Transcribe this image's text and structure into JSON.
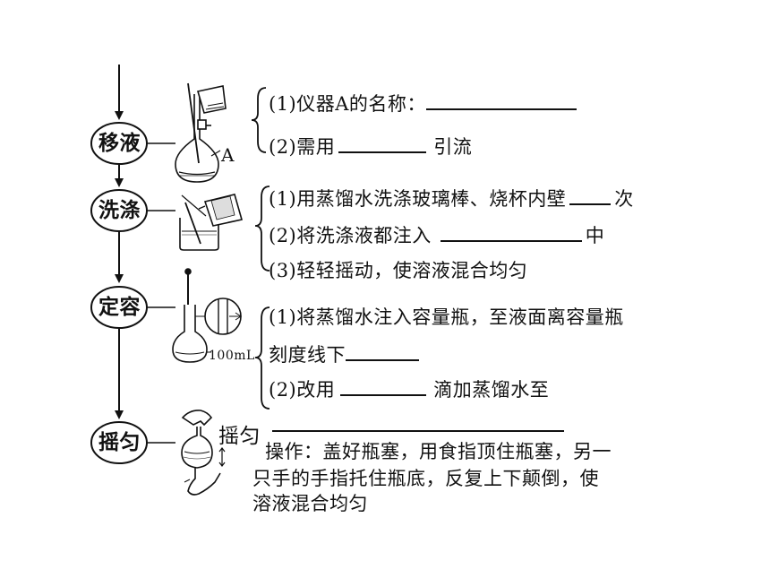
{
  "steps": [
    {
      "label": "移液"
    },
    {
      "label": "洗涤"
    },
    {
      "label": "定容"
    },
    {
      "label": "摇匀"
    }
  ],
  "transfer": {
    "q1_prefix": "(1)仪器A的名称：",
    "q2_prefix": "(2)需用",
    "q2_suffix": "引流",
    "flask_label": "A"
  },
  "wash": {
    "item1_prefix": "(1)用蒸馏水洗涤玻璃棒、烧杯内壁",
    "item1_suffix": "次",
    "item2_prefix": "(2)将洗涤液都注入",
    "item2_suffix": "中",
    "item3": "(3)轻轻摇动，使溶液混合均匀"
  },
  "volume": {
    "item1_line1": "(1)将蒸馏水注入容量瓶，至液面离容量瓶",
    "item1_line2": "刻度线下",
    "item2_prefix": "(2)改用",
    "item2_suffix": "滴加蒸馏水至",
    "flask_label": "100mL"
  },
  "shake": {
    "side_label": "摇匀",
    "line1": "操作：盖好瓶塞，用食指顶住瓶塞，另一",
    "line2": "只手的手指托住瓶底，反复上下颠倒，使",
    "line3": "溶液混合均匀"
  }
}
